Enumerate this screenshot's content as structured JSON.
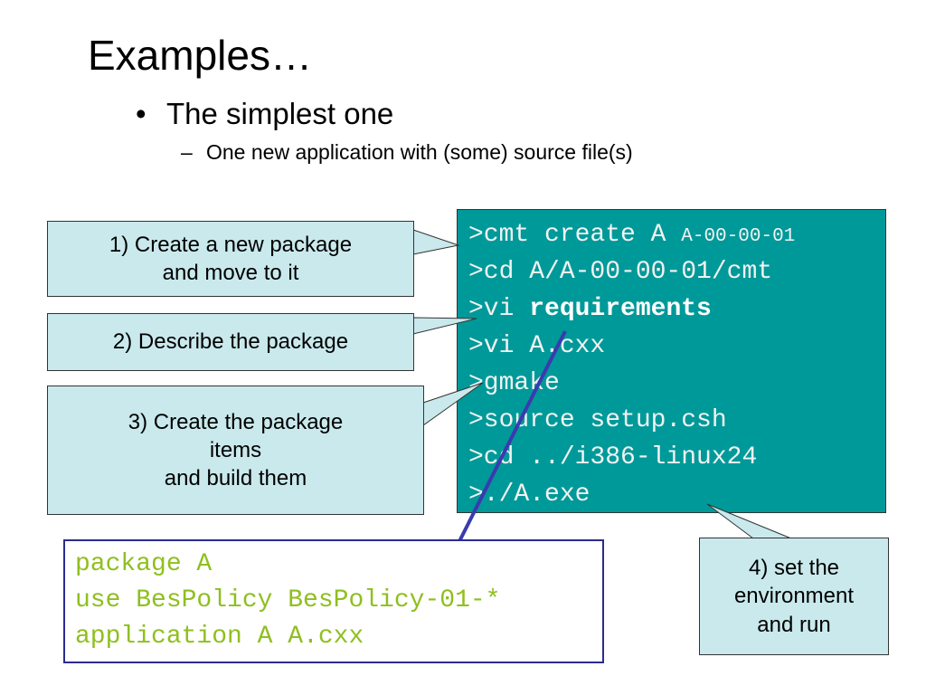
{
  "slide": {
    "title": "Examples…",
    "bullet": "The simplest one",
    "sub_bullet": "One new application with (some) source file(s)"
  },
  "terminal": {
    "line1_cmd": ">cmt create A ",
    "line1_tag": "A-00-00-01",
    "line2": ">cd A/A-00-00-01/cmt",
    "line3_cmd": ">vi ",
    "line3_file": "requirements",
    "line4": ">vi A.cxx",
    "line5": ">gmake",
    "line6": ">source setup.csh",
    "line7": ">cd ../i386-linux24",
    "line8": ">./A.exe"
  },
  "callouts": {
    "c1": {
      "l1": "1) Create a new package",
      "l2": "and move to it"
    },
    "c2": {
      "l1": "2) Describe the package"
    },
    "c3": {
      "l1": "3) Create the package",
      "l2": "items",
      "l3": "and build them"
    },
    "c4": {
      "l1": "4) set the",
      "l2": "environment",
      "l3": "and run"
    }
  },
  "requirements_file": {
    "line1": "package A",
    "line2": "use BesPolicy BesPolicy-01-*",
    "line3": "application A A.cxx"
  },
  "colors": {
    "terminal_bg": "#009999",
    "callout_bg": "#c9e9ec",
    "code_text": "#8fbf1f",
    "code_border": "#2b2b8f",
    "arrow": "#3a3ab0"
  }
}
